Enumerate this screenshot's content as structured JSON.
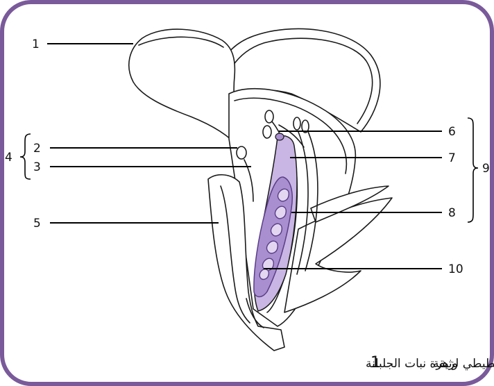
{
  "labels": {
    "l1": "1",
    "l2": "2",
    "l3": "3",
    "l4": "4",
    "l5": "5",
    "l6": "6",
    "l7": "7",
    "l8": "8",
    "l9": "9",
    "l10": "10"
  },
  "caption": {
    "prefix": "وثيقة",
    "number": "1",
    "text": ": رسم تخطيطي لزهرة نبات الجلبانة"
  },
  "colors": {
    "frame": "#7a5a9a",
    "pistil_fill": "#c9b6e4",
    "ovary_fill": "#a98fd0",
    "ovule_fill": "#e2d6f1",
    "ovule_stroke": "#5a3d86"
  }
}
